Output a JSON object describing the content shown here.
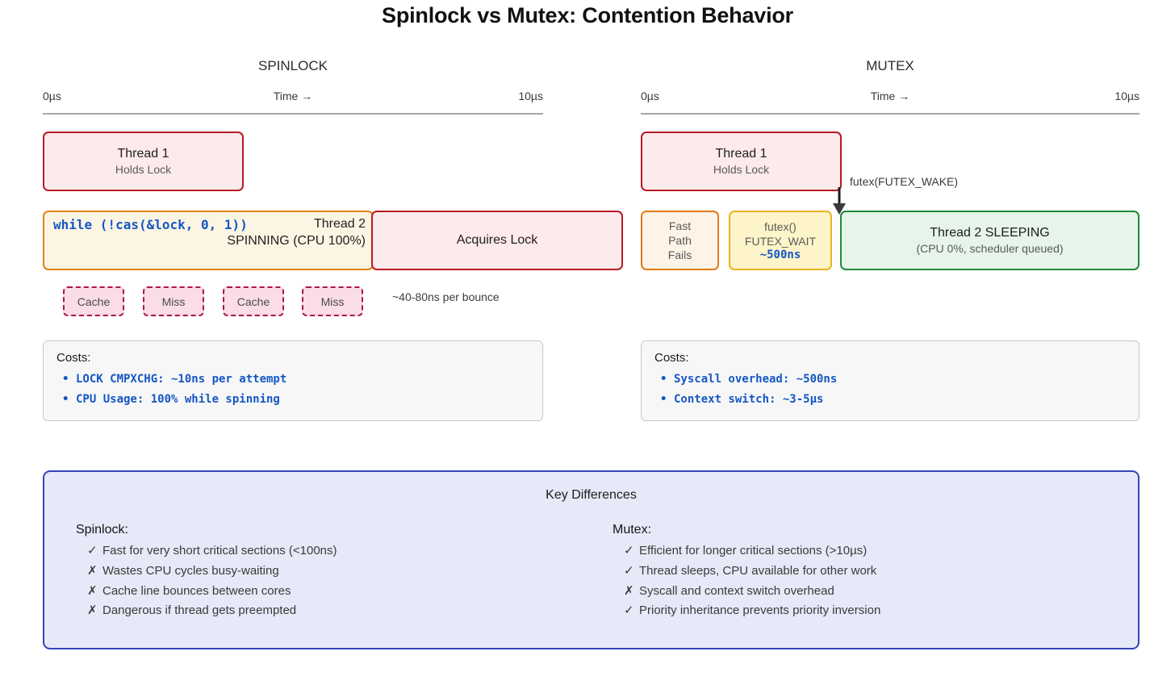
{
  "title": "Spinlock vs Mutex: Contention Behavior",
  "columns": {
    "spinlock": {
      "heading": "SPINLOCK",
      "axis": {
        "start": "0µs",
        "mid": "Time →",
        "end": "10µs"
      },
      "thread1": {
        "title": "Thread 1",
        "sub": "Holds Lock"
      },
      "spin_block": {
        "code": "while (!cas(&lock, 0, 1))",
        "title": "Thread 2",
        "sub": "SPINNING (CPU 100%)"
      },
      "acquires": {
        "title": "Acquires Lock"
      },
      "bounce_chips": [
        "Cache",
        "Miss",
        "Cache",
        "Miss"
      ],
      "bounce_note": "~40-80ns per bounce",
      "costs": {
        "title": "Costs:",
        "items": [
          "LOCK CMPXCHG: ~10ns per attempt",
          "CPU Usage: 100% while spinning"
        ]
      }
    },
    "mutex": {
      "heading": "MUTEX",
      "axis": {
        "start": "0µs",
        "mid": "Time →",
        "end": "10µs"
      },
      "thread1": {
        "title": "Thread 1",
        "sub": "Holds Lock"
      },
      "wake_label": "futex(FUTEX_WAKE)",
      "fast_path": {
        "line1": "Fast",
        "line2": "Path",
        "line3": "Fails"
      },
      "futex_wait": {
        "line1": "futex()",
        "line2": "FUTEX_WAIT",
        "line3": "~500ns"
      },
      "sleeping": {
        "title": "Thread 2 SLEEPING",
        "sub": "(CPU 0%, scheduler queued)"
      },
      "costs": {
        "title": "Costs:",
        "items": [
          "Syscall overhead: ~500ns",
          "Context switch: ~3-5µs"
        ]
      }
    }
  },
  "key_differences": {
    "heading": "Key Differences",
    "left": {
      "title": "Spinlock:",
      "items": [
        {
          "mark": "✓",
          "text": "Fast for very short critical sections (<100ns)"
        },
        {
          "mark": "✗",
          "text": "Wastes CPU cycles busy-waiting"
        },
        {
          "mark": "✗",
          "text": "Cache line bounces between cores"
        },
        {
          "mark": "✗",
          "text": "Dangerous if thread gets preempted"
        }
      ]
    },
    "right": {
      "title": "Mutex:",
      "items": [
        {
          "mark": "✓",
          "text": "Efficient for longer critical sections (>10µs)"
        },
        {
          "mark": "✓",
          "text": "Thread sleeps, CPU available for other work"
        },
        {
          "mark": "✗",
          "text": "Syscall and context switch overhead"
        },
        {
          "mark": "✓",
          "text": "Priority inheritance prevents priority inversion"
        }
      ]
    }
  },
  "colors": {
    "red": "#b81a26",
    "orange": "#e08214",
    "yellow": "#e8b420",
    "green": "#1e8a3c",
    "blue": "#3344bb",
    "code_blue": "#1457c4",
    "chip_pink": "#a8174c"
  }
}
